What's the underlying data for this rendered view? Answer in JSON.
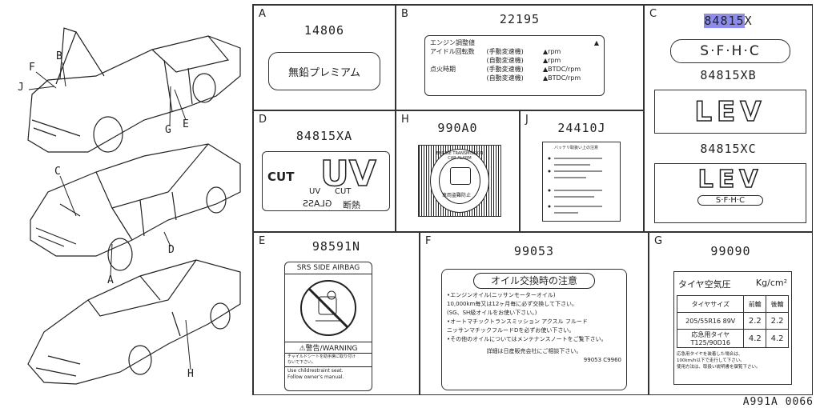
{
  "diagram_id": "A991A 0066",
  "callouts": [
    "F",
    "B",
    "J",
    "G",
    "E",
    "C",
    "D",
    "A",
    "H"
  ],
  "cells": {
    "A": {
      "letter": "A",
      "part": "14806",
      "text": "無鉛プレミアム"
    },
    "B": {
      "letter": "B",
      "part": "22195",
      "title": "エンジン調整値",
      "rows": [
        {
          "k": "アイドル回転数",
          "m": "(手動変速機)",
          "v": "▲rpm"
        },
        {
          "k": "",
          "m": "(自動変速機)",
          "v": "▲rpm"
        },
        {
          "k": "点火時期",
          "m": "(手動変速機)",
          "v": "▲BTDC/rpm"
        },
        {
          "k": "",
          "m": "(自動変速機)",
          "v": "▲BTDC/rpm"
        }
      ]
    },
    "C": {
      "letter": "C",
      "part_highlight": "84815",
      "part_suffix": "X",
      "emblem": "S·F·H·C",
      "part2": "84815XB",
      "emblem2": "LEV",
      "part3": "84815XC",
      "emblem3": "LEV",
      "emblem3_sub": "S·F·H·C"
    },
    "D": {
      "letter": "D",
      "part": "84815XA",
      "text1": "UV",
      "text2": "CUT",
      "text3": "UV",
      "text4": "CUT",
      "text5": "GLASS",
      "text6": "断熱"
    },
    "H": {
      "letter": "H",
      "part": "990A0",
      "ring": "ENGINE TRANSMISSION CAR ALARM",
      "sub": "車両盗難防止"
    },
    "J": {
      "letter": "J",
      "part": "24410J",
      "title": "バッテリ取扱い上の注意"
    },
    "E": {
      "letter": "E",
      "part": "98591N",
      "title": "SRS SIDE AIRBAG",
      "warn": "⚠警告/WARNING",
      "jp1": "チャイルドシートを助手席に取り付け",
      "jp2": "ないで下さい。",
      "en1": "Use childrestraint seat.",
      "en2": "Follow owner's manual."
    },
    "F": {
      "letter": "F",
      "part": "99053",
      "title": "オイル交換時の注意",
      "l1": "•エンジンオイル(ニッサンモーターオイル)",
      "l2": "10,000km毎又は12ヶ月毎に必ず交換して下さい。",
      "l3": "(SG、SH級オイルをお使い下さい。)",
      "l4": "•オートマチックトランスミッション",
      "l4b": "アクスル",
      "l4c": "フルード",
      "l5": "ニッサンマチックフルードDを必ずお使い下さい。",
      "l6": "•その他のオイルについてはメンテナンスノートをご覧下さい。",
      "l7": "詳細は日産販売会社にご相談下さい。",
      "code": "99053 C9960"
    },
    "G": {
      "letter": "G",
      "part": "99090",
      "title": "タイヤ空気圧",
      "unit": "Kg/cm²",
      "h1": "タイヤサイズ",
      "h2": "前輪",
      "h3": "後輪",
      "r1": "205/55R16 89V",
      "r1f": "2.2",
      "r1r": "2.2",
      "r2a": "応急用タイヤ",
      "r2b": "T125/90D16",
      "r2f": "4.2",
      "r2r": "4.2",
      "n1": "応急用タイヤを装着した場合は、",
      "n2": "100km/h以下で走行して下さい。",
      "n3": "使用方法は、取扱い説明書を御覧下さい。"
    }
  }
}
